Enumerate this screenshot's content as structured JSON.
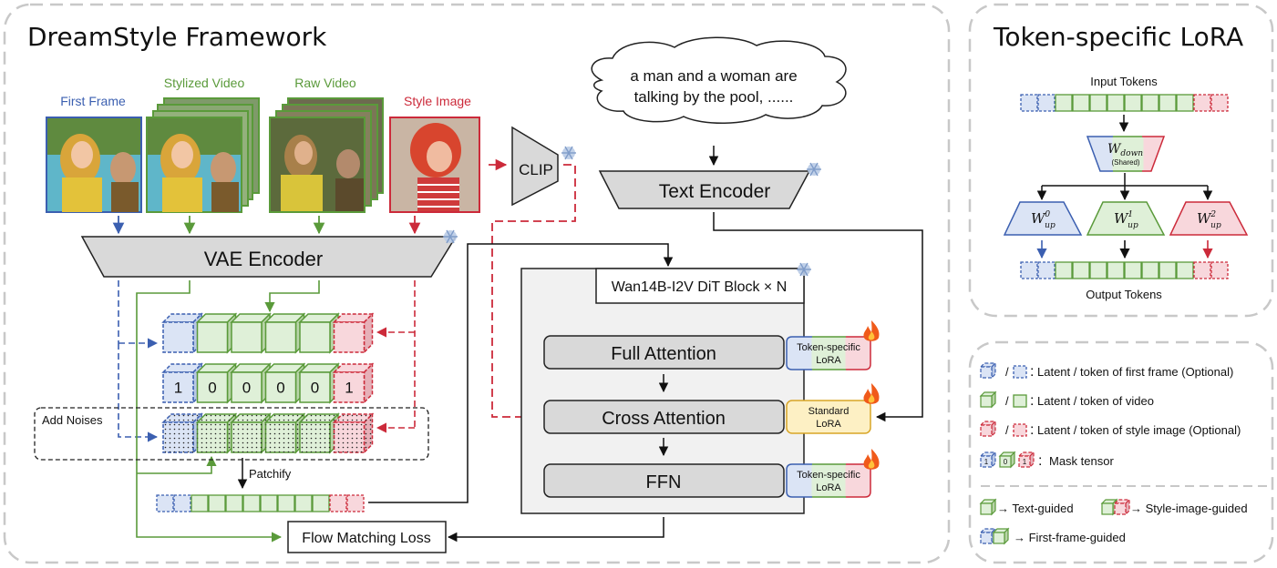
{
  "colors": {
    "blue": "#3b5fb0",
    "blue_fill": "#dbe4f5",
    "green": "#5a9a3a",
    "green_fill": "#dff0d8",
    "red": "#cc2a3a",
    "red_fill": "#f8d7dc",
    "gray_fill": "#d9d9d9",
    "panel_border": "#c8c8c8",
    "yellow_fill": "#fdf0c4",
    "yellow_border": "#d8a526"
  },
  "main_panel": {
    "title": "DreamStyle Framework",
    "inputs": [
      {
        "label": "First Frame",
        "color": "blue"
      },
      {
        "label": "Stylized Video",
        "color": "green"
      },
      {
        "label": "Raw Video",
        "color": "green"
      },
      {
        "label": "Style Image",
        "color": "red"
      }
    ],
    "prompt": {
      "line1": "a man and a woman are",
      "line2": "talking by the pool, ......"
    },
    "clip_label": "CLIP",
    "text_encoder_label": "Text Encoder",
    "vae_encoder_label": "VAE Encoder",
    "mask_values": [
      "1",
      "0",
      "0",
      "0",
      "0",
      "1"
    ],
    "add_noises_label": "Add Noises",
    "patchify_label": "Patchify",
    "flow_matching_label": "Flow Matching Loss",
    "dit": {
      "block_label": "Wan14B-I2V DiT Block × N",
      "layers": [
        "Full Attention",
        "Cross Attention",
        "FFN"
      ],
      "lora": [
        {
          "line1": "Token-specific",
          "line2": "LoRA",
          "type": "token"
        },
        {
          "line1": "Standard",
          "line2": "LoRA",
          "type": "standard"
        },
        {
          "line1": "Token-specific",
          "line2": "LoRA",
          "type": "token"
        }
      ]
    }
  },
  "lora_panel": {
    "title": "Token-specific LoRA",
    "input_label": "Input Tokens",
    "output_label": "Output Tokens",
    "w_down": {
      "base": "W",
      "sub": "down",
      "note": "(Shared)"
    },
    "w_up": [
      {
        "base": "W",
        "sup": "0",
        "sub": "up",
        "color": "blue"
      },
      {
        "base": "W",
        "sup": "1",
        "sub": "up",
        "color": "green"
      },
      {
        "base": "W",
        "sup": "2",
        "sub": "up",
        "color": "red"
      }
    ]
  },
  "legend": {
    "items": [
      {
        "sep": "/",
        "colon": ":",
        "text": "Latent / token of first frame (Optional)"
      },
      {
        "sep": "/",
        "colon": ":",
        "text": "Latent / token of video"
      },
      {
        "sep": "/",
        "colon": ":",
        "text": "Latent / token of style image (Optional)"
      },
      {
        "colon": ":",
        "text": "Mask tensor",
        "mask": [
          "1",
          "0",
          "1"
        ]
      }
    ],
    "guided": [
      {
        "text": "→ Text-guided"
      },
      {
        "text": "→ Style-image-guided"
      },
      {
        "text": "→ First-frame-guided"
      }
    ]
  }
}
